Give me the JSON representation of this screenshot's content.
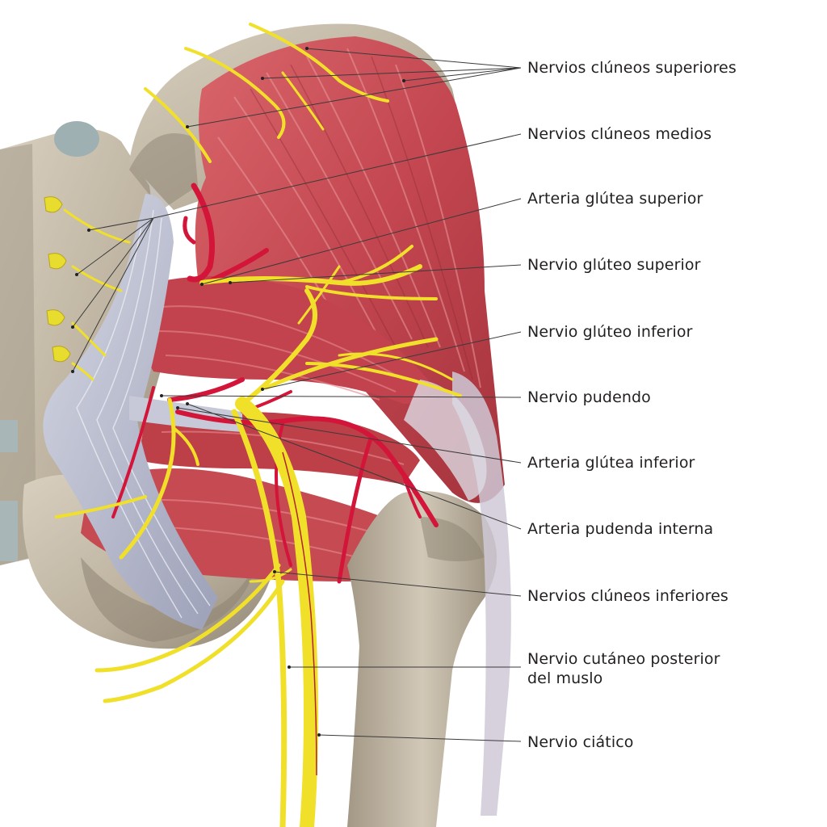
{
  "labels": [
    {
      "id": "nervios-cluneos-superiores",
      "text": "Nervios clúneos superiores"
    },
    {
      "id": "nervios-cluneos-medios",
      "text": "Nervios clúneos medios"
    },
    {
      "id": "arteria-glutea-superior",
      "text": "Arteria glútea superior"
    },
    {
      "id": "nervio-gluteo-superior",
      "text": "Nervio glúteo superior"
    },
    {
      "id": "nervio-gluteo-inferior",
      "text": "Nervio glúteo inferior"
    },
    {
      "id": "nervio-pudendo",
      "text": "Nervio pudendo"
    },
    {
      "id": "arteria-glutea-inferior",
      "text": "Arteria glútea inferior"
    },
    {
      "id": "arteria-pudenda-interna",
      "text": "Arteria pudenda interna"
    },
    {
      "id": "nervios-cluneos-inferiores",
      "text": "Nervios clúneos inferiores"
    },
    {
      "id": "nervio-cutaneo-posterior",
      "text": "Nervio cutáneo posterior",
      "text2": "del muslo"
    },
    {
      "id": "nervio-ciatico",
      "text": "Nervio ciático"
    }
  ],
  "colors": {
    "bone": "#c9bfae",
    "bone_shadow": "#9d9281",
    "muscle": "#c9494f",
    "muscle_dark": "#9e2f37",
    "muscle_light": "#e3888a",
    "ligament": "#b9bccf",
    "nerve": "#f2e22c",
    "artery": "#d3153a",
    "leader_line": "#3a3a3a",
    "text": "#231f20"
  }
}
